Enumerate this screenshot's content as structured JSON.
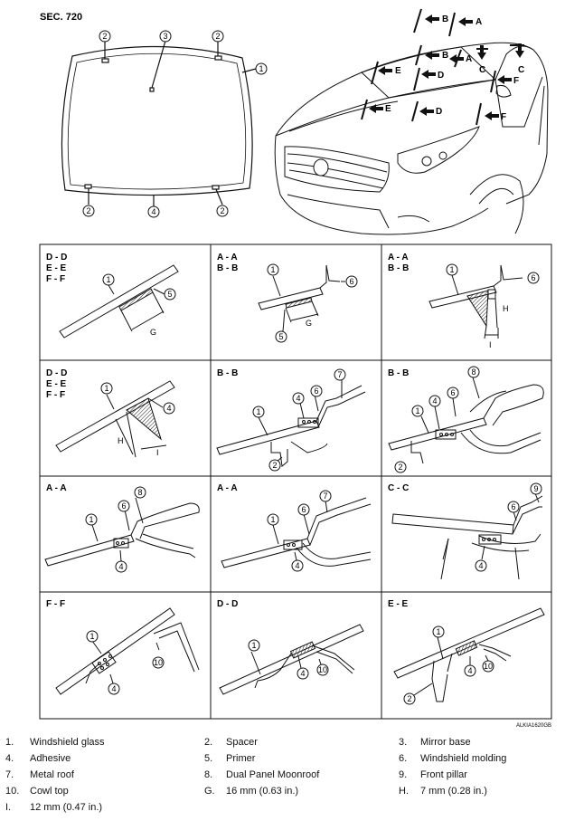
{
  "section_code": "SEC. 720",
  "figure_code": "ALKIA1620GB",
  "windshield_callouts": [
    "1",
    "2",
    "3",
    "4"
  ],
  "car_section_marks": [
    "A",
    "B",
    "C",
    "D",
    "E",
    "F"
  ],
  "panels": [
    {
      "headers": [
        "D - D",
        "E - E",
        "F - F"
      ],
      "callouts": [
        "1",
        "5"
      ],
      "dims": [
        "G"
      ]
    },
    {
      "headers": [
        "A - A",
        "B - B"
      ],
      "callouts": [
        "1",
        "6",
        "5"
      ],
      "dims": [
        "G"
      ]
    },
    {
      "headers": [
        "A - A",
        "B - B"
      ],
      "callouts": [
        "1",
        "6"
      ],
      "dims": [
        "H",
        "I"
      ]
    },
    {
      "headers": [
        "D - D",
        "E - E",
        "F - F"
      ],
      "callouts": [
        "1",
        "4"
      ],
      "dims": [
        "H",
        "I"
      ]
    },
    {
      "headers": [
        "B - B"
      ],
      "callouts": [
        "7",
        "4",
        "6",
        "1",
        "2"
      ]
    },
    {
      "headers": [
        "B - B"
      ],
      "callouts": [
        "8",
        "4",
        "6",
        "1",
        "2"
      ]
    },
    {
      "headers": [
        "A - A"
      ],
      "callouts": [
        "8",
        "6",
        "1",
        "4"
      ]
    },
    {
      "headers": [
        "A - A"
      ],
      "callouts": [
        "7",
        "6",
        "1",
        "4"
      ]
    },
    {
      "headers": [
        "C - C"
      ],
      "callouts": [
        "9",
        "6",
        "4"
      ]
    },
    {
      "headers": [
        "F - F"
      ],
      "callouts": [
        "1",
        "10",
        "4"
      ]
    },
    {
      "headers": [
        "D - D"
      ],
      "callouts": [
        "1",
        "4",
        "10"
      ]
    },
    {
      "headers": [
        "E - E"
      ],
      "callouts": [
        "1",
        "4",
        "10",
        "2"
      ]
    }
  ],
  "legend": [
    {
      "num": "1.",
      "text": "Windshield glass"
    },
    {
      "num": "2.",
      "text": "Spacer"
    },
    {
      "num": "3.",
      "text": "Mirror base"
    },
    {
      "num": "4.",
      "text": "Adhesive"
    },
    {
      "num": "5.",
      "text": "Primer"
    },
    {
      "num": "6.",
      "text": "Windshield molding"
    },
    {
      "num": "7.",
      "text": "Metal roof"
    },
    {
      "num": "8.",
      "text": "Dual Panel Moonroof"
    },
    {
      "num": "9.",
      "text": "Front pillar"
    },
    {
      "num": "10.",
      "text": "Cowl top"
    },
    {
      "num": "G.",
      "text": "16 mm (0.63 in.)"
    },
    {
      "num": "H.",
      "text": "7 mm (0.28 in.)"
    },
    {
      "num": "I.",
      "text": "12 mm (0.47 in.)"
    }
  ]
}
